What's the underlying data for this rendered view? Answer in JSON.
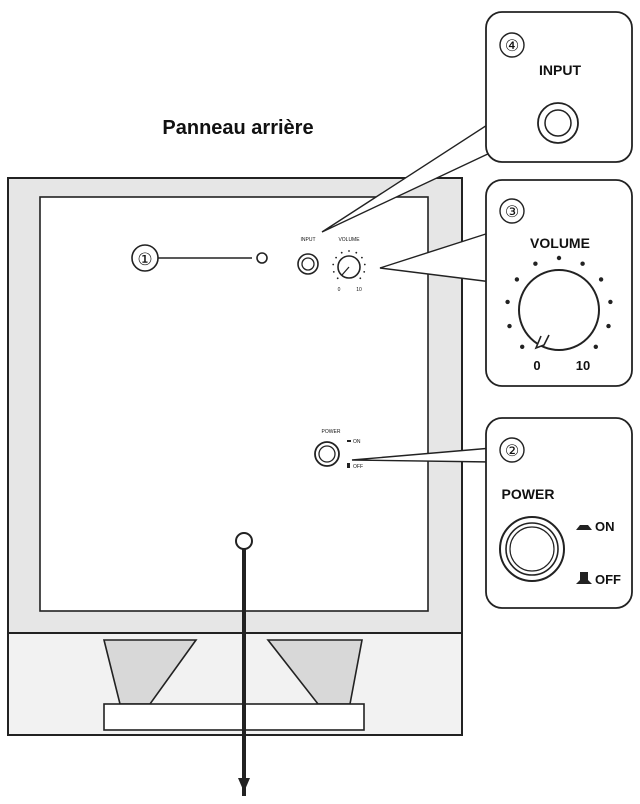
{
  "title": "Panneau arrière",
  "callouts": {
    "input": {
      "number": "④",
      "label": "INPUT"
    },
    "volume": {
      "number": "③",
      "label": "VOLUME",
      "min_label": "0",
      "max_label": "10"
    },
    "power": {
      "number": "②",
      "label": "POWER",
      "on_label": "ON",
      "off_label": "OFF"
    },
    "indicator": {
      "number": "①"
    }
  },
  "panel": {
    "input_label": "INPUT",
    "volume_label": "VOLUME",
    "volume_min": "0",
    "volume_max": "10",
    "power_label": "POWER",
    "on_label": "ON",
    "off_label": "OFF"
  },
  "colors": {
    "line": "#222222",
    "panel_fill": "#ffffff",
    "frame_fill": "#e6e6e6"
  }
}
